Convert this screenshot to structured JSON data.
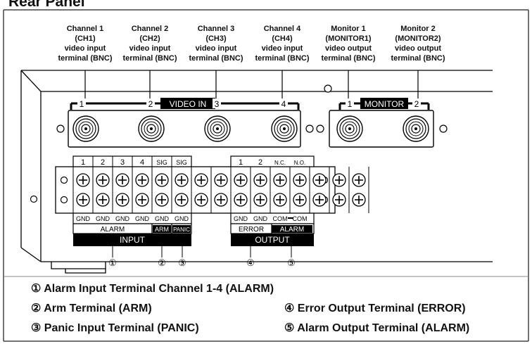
{
  "title": "Rear Panel",
  "channel_labels": [
    {
      "name": "Channel 1",
      "code": "(CH1)",
      "l3": "video input",
      "l4": "terminal (BNC)"
    },
    {
      "name": "Channel 2",
      "code": "(CH2)",
      "l3": "video input",
      "l4": "terminal (BNC)"
    },
    {
      "name": "Channel 3",
      "code": "(CH3)",
      "l3": "video input",
      "l4": "terminal (BNC)"
    },
    {
      "name": "Channel 4",
      "code": "(CH4)",
      "l3": "video input",
      "l4": "terminal (BNC)"
    },
    {
      "name": "Monitor 1",
      "code": "(MONITOR1)",
      "l3": "video output",
      "l4": "terminal (BNC)"
    },
    {
      "name": "Monitor 2",
      "code": "(MONITOR2)",
      "l3": "video output",
      "l4": "terminal (BNC)"
    }
  ],
  "video_in": {
    "label": "VIDEO IN",
    "nums": [
      "1",
      "2",
      "3",
      "4"
    ]
  },
  "monitor": {
    "label": "MONITOR",
    "nums": [
      "1",
      "2"
    ]
  },
  "input_block": {
    "top": [
      "1",
      "2",
      "3",
      "4",
      "SIG",
      "SIG"
    ],
    "gnd": [
      "GND",
      "GND",
      "GND",
      "GND",
      "GND",
      "GND"
    ],
    "alarm": "ALARM",
    "arm": "ARM",
    "panic": "PANIC",
    "input": "INPUT"
  },
  "output_block": {
    "top": [
      "1",
      "2",
      "N.C.",
      "N.O."
    ],
    "bottom": [
      "GND",
      "GND",
      "COM",
      "COM"
    ],
    "error": "ERROR",
    "alarm": "ALARM",
    "output": "OUTPUT"
  },
  "callout_markers": [
    "①",
    "②",
    "③",
    "④",
    "⑤"
  ],
  "captions": [
    "① Alarm Input Terminal Channel 1-4 (ALARM)",
    "② Arm Terminal (ARM)",
    "④ Error Output Terminal (ERROR)",
    "③ Panic Input Terminal (PANIC)",
    "⑤ Alarm Output Terminal (ALARM)"
  ]
}
